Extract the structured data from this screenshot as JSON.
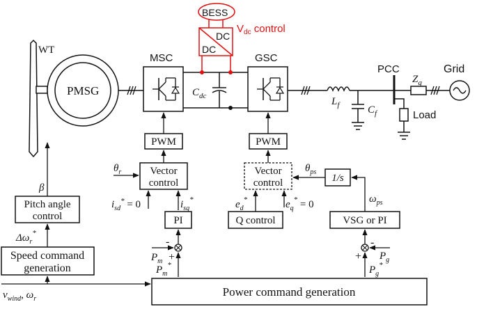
{
  "labels": {
    "wt": "WT",
    "pmsg": "PMSG",
    "msc": "MSC",
    "gsc": "GSC",
    "bess": "BESS",
    "dc_top": "DC",
    "dc_bottom": "DC",
    "vdc_control": "Vdc control",
    "cdc": "Cdc",
    "lf": "Lf",
    "cf": "Cf",
    "pcc": "PCC",
    "zg": "Zg",
    "grid": "Grid",
    "load": "Load",
    "pwm_left": "PWM",
    "pwm_right": "PWM",
    "vector_control_left_1": "Vector",
    "vector_control_left_2": "control",
    "vector_control_right_1": "Vector",
    "vector_control_right_2": "control",
    "pi_left": "PI",
    "q_control": "Q control",
    "integrator": "1/s",
    "vsg_or_pi": "VSG or PI",
    "pitch_1": "Pitch angle",
    "pitch_2": "control",
    "speed_1": "Speed command",
    "speed_2": "generation",
    "power_command": "Power command generation",
    "beta": "β",
    "delta_omega_r": "Δωr*",
    "theta_r": "θr",
    "isd_ref": "isd* = 0",
    "isq_ref": "isq*",
    "ed_ref": "ed*",
    "eq_ref": "eq* = 0",
    "theta_ps": "θps",
    "omega_ps": "ωps",
    "pm": "Pm",
    "pm_ref": "Pm*",
    "pg": "Pg",
    "pg_ref": "Pg*",
    "vwind": "vwind, ωr",
    "minus_left": "-",
    "plus_left": "+",
    "minus_right": "-",
    "plus_right": "+"
  },
  "colors": {
    "line": "#111111",
    "accent": "#e01010"
  }
}
